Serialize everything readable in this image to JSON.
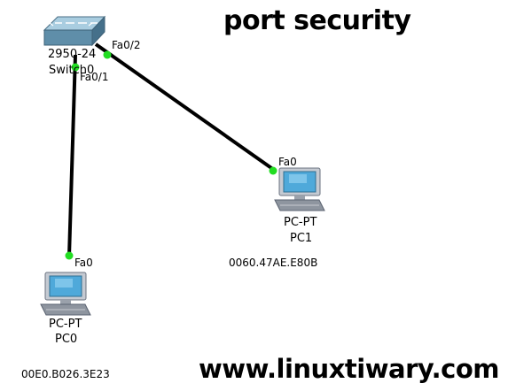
{
  "title": "port security",
  "footer": "www.linuxtiwary.com",
  "switch": {
    "model_label": "2950-24",
    "name_label": "Switch0",
    "icon": "switch-icon"
  },
  "links": [
    {
      "from_port": "Fa0/1",
      "to_device": "PC0",
      "to_port": "Fa0"
    },
    {
      "from_port": "Fa0/2",
      "to_device": "PC1",
      "to_port": "Fa0"
    }
  ],
  "pcs": [
    {
      "type_label": "PC-PT",
      "name_label": "PC0",
      "port": "Fa0",
      "mac": "00E0.B026.3E23",
      "icon": "pc-icon"
    },
    {
      "type_label": "PC-PT",
      "name_label": "PC1",
      "port": "Fa0",
      "mac": "0060.47AE.E80B",
      "icon": "pc-icon"
    }
  ],
  "colors": {
    "link": "#000000",
    "port_up": "#22dd22",
    "switch_body": "#6e9bb3",
    "pc_body": "#c9ced6",
    "pc_screen": "#4aa7d8"
  }
}
